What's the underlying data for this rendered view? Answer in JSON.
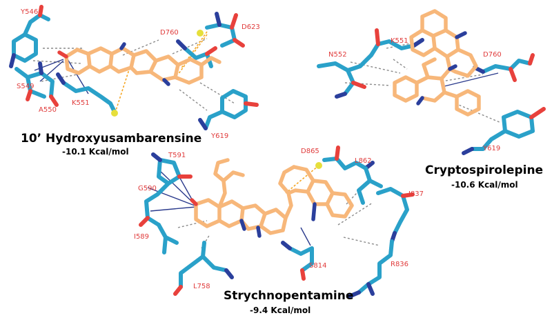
{
  "colors": {
    "residue": "#2aa1c9",
    "residue_dark": "#1f7fa3",
    "ligand": "#f7b77a",
    "oxygen": "#e8413c",
    "nitrogen": "#2b3f9c",
    "sulfur": "#e6df3b",
    "label": "#e03b3b",
    "hydrophobic": "#8a8a8a",
    "hbond": "#f5a623",
    "pi_contact": "#2a3a8c"
  },
  "complexes": [
    {
      "ligand": "10’ Hydroxyusambarensine",
      "energy": "-10.1 Kcal/mol",
      "residues": [
        "Y546",
        "S549",
        "A550",
        "K551",
        "D760",
        "D623",
        "Y619"
      ]
    },
    {
      "ligand": "Cryptospirolepine",
      "energy": "-10.6 Kcal/mol",
      "residues": [
        "N552",
        "K551",
        "D760",
        "Y619"
      ]
    },
    {
      "ligand": "Strychnopentamine",
      "energy": "-9.4 Kcal/mol",
      "residues": [
        "T591",
        "G590",
        "I589",
        "L758",
        "D865",
        "L862",
        "I837",
        "S814",
        "R836"
      ]
    }
  ]
}
